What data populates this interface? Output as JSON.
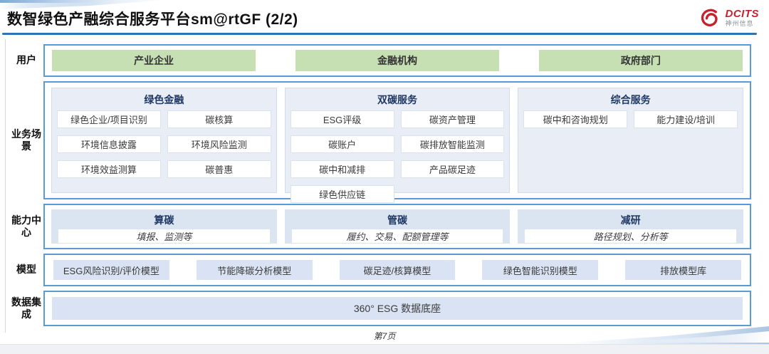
{
  "header": {
    "title": "数智绿色产融综合服务平台sm@rtGF (2/2)",
    "logo_brand": "DCITS",
    "logo_sub": "神州信息"
  },
  "diagram": {
    "users": {
      "label": "用户",
      "items": [
        "产业企业",
        "金融机构",
        "政府部门"
      ]
    },
    "scenarios": {
      "label": "业务场景",
      "columns": [
        {
          "title": "绿色金融",
          "items": [
            "绿色企业/项目识别",
            "碳核算",
            "环境信息披露",
            "环境风险监测",
            "环境效益测算",
            "碳普惠"
          ]
        },
        {
          "title": "双碳服务",
          "items": [
            "ESG评级",
            "碳资产管理",
            "碳账户",
            "碳排放智能监测",
            "碳中和减排",
            "产品碳足迹",
            "绿色供应链"
          ]
        },
        {
          "title": "综合服务",
          "items": [
            "碳中和咨询规划",
            "能力建设/培训"
          ]
        }
      ]
    },
    "capabilities": {
      "label": "能力中心",
      "panels": [
        {
          "title": "算碳",
          "desc": "填报、监测等"
        },
        {
          "title": "管碳",
          "desc": "履约、交易、配额管理等"
        },
        {
          "title": "减研",
          "desc": "路径规划、分析等"
        }
      ]
    },
    "models": {
      "label": "模型",
      "items": [
        "ESG风险识别/评价模型",
        "节能降碳分析模型",
        "碳足迹/核算模型",
        "绿色智能识别模型",
        "排放模型库"
      ]
    },
    "data_integration": {
      "label": "数据集成",
      "value": "360° ESG 数据底座"
    }
  },
  "footer": {
    "page": "第7页"
  },
  "colors": {
    "accent_border": "#5b9bd5",
    "green_chip": "#c6e0b4",
    "panel_blue": "#dbe5f2",
    "chip_blue": "#dae3f3",
    "navy_text": "#1f3864",
    "title_line": "#2e74b5",
    "logo_red": "#c8202f"
  }
}
